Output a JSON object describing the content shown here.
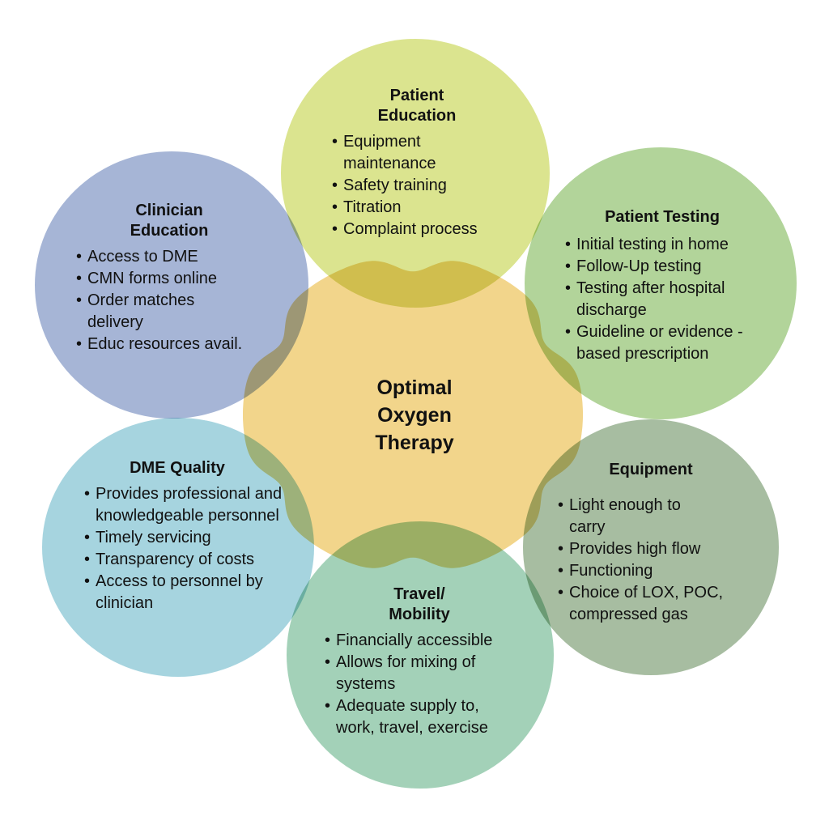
{
  "center": {
    "title_lines": [
      "Optimal",
      "Oxygen",
      "Therapy"
    ]
  },
  "colors": {
    "center": "#f2d58b",
    "patient_education": "#dbe48f",
    "patient_testing": "#b2d49a",
    "equipment": "#a7bda1",
    "travel_mobility": "#a3d1b8",
    "dme_quality": "#a6d4df",
    "clinician_education": "#a6b5d6"
  },
  "nodes": [
    {
      "id": "patient-education",
      "title_lines": [
        "Patient",
        "Education"
      ],
      "bullets": [
        "Equipment maintenance",
        "Safety training",
        "Titration",
        "Complaint process"
      ]
    },
    {
      "id": "patient-testing",
      "title_lines": [
        "Patient Testing"
      ],
      "bullets": [
        "Initial testing in home",
        "Follow-Up testing",
        "Testing after hospital discharge",
        "Guideline or evidence -based prescription"
      ]
    },
    {
      "id": "equipment",
      "title_lines": [
        "Equipment"
      ],
      "bullets": [
        "Light enough to carry",
        "Provides high flow",
        "Functioning",
        "Choice of LOX, POC, compressed gas"
      ]
    },
    {
      "id": "travel-mobility",
      "title_lines": [
        "Travel/",
        "Mobility"
      ],
      "bullets": [
        "Financially accessible",
        "Allows for mixing of systems",
        "Adequate supply to, work, travel, exercise"
      ]
    },
    {
      "id": "dme-quality",
      "title_lines": [
        "DME Quality"
      ],
      "bullets": [
        "Provides professional and knowledgeable personnel",
        "Timely servicing",
        "Transparency of costs",
        "Access to personnel by clinician"
      ]
    },
    {
      "id": "clinician-education",
      "title_lines": [
        "Clinician",
        "Education"
      ],
      "bullets": [
        "Access to DME",
        "CMN forms online",
        "Order matches delivery",
        "Educ resources avail."
      ]
    }
  ]
}
